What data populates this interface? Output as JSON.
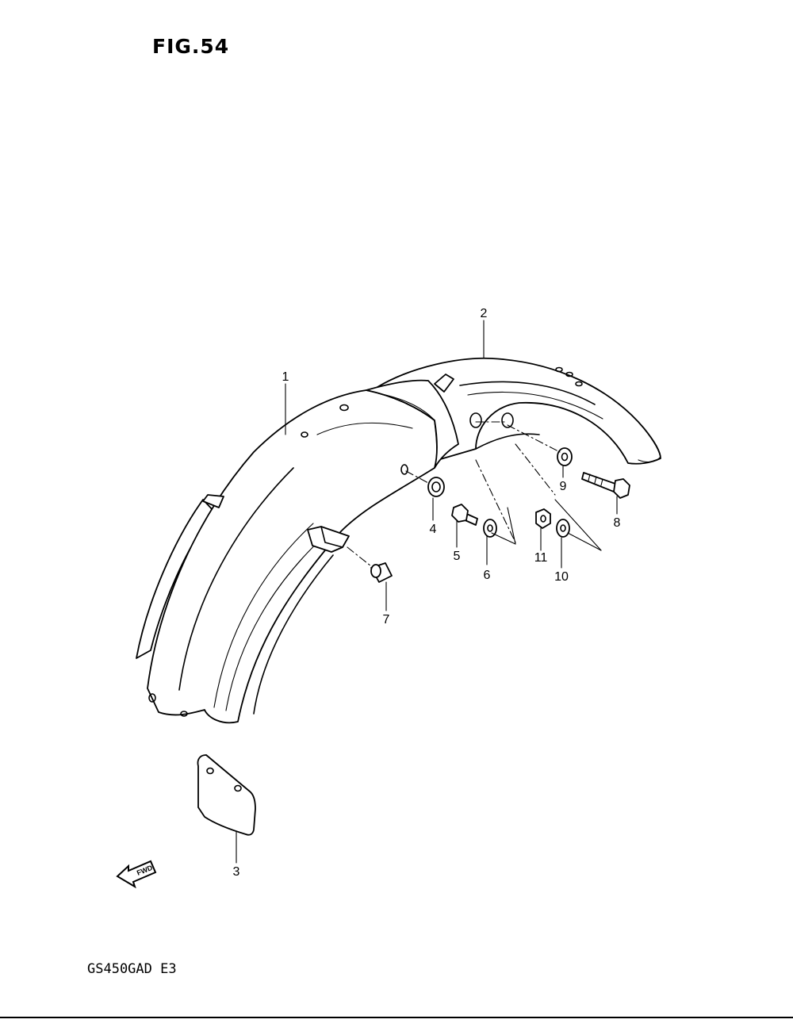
{
  "figure": {
    "title": "FIG.54",
    "model_code": "GS450GAD E3",
    "fwd_label": "FWD"
  },
  "callouts": [
    {
      "id": "1",
      "label": "1"
    },
    {
      "id": "2",
      "label": "2"
    },
    {
      "id": "3",
      "label": "3"
    },
    {
      "id": "4",
      "label": "4"
    },
    {
      "id": "5",
      "label": "5"
    },
    {
      "id": "6",
      "label": "6"
    },
    {
      "id": "7",
      "label": "7"
    },
    {
      "id": "8",
      "label": "8"
    },
    {
      "id": "9",
      "label": "9"
    },
    {
      "id": "10",
      "label": "10"
    },
    {
      "id": "11",
      "label": "11"
    }
  ]
}
